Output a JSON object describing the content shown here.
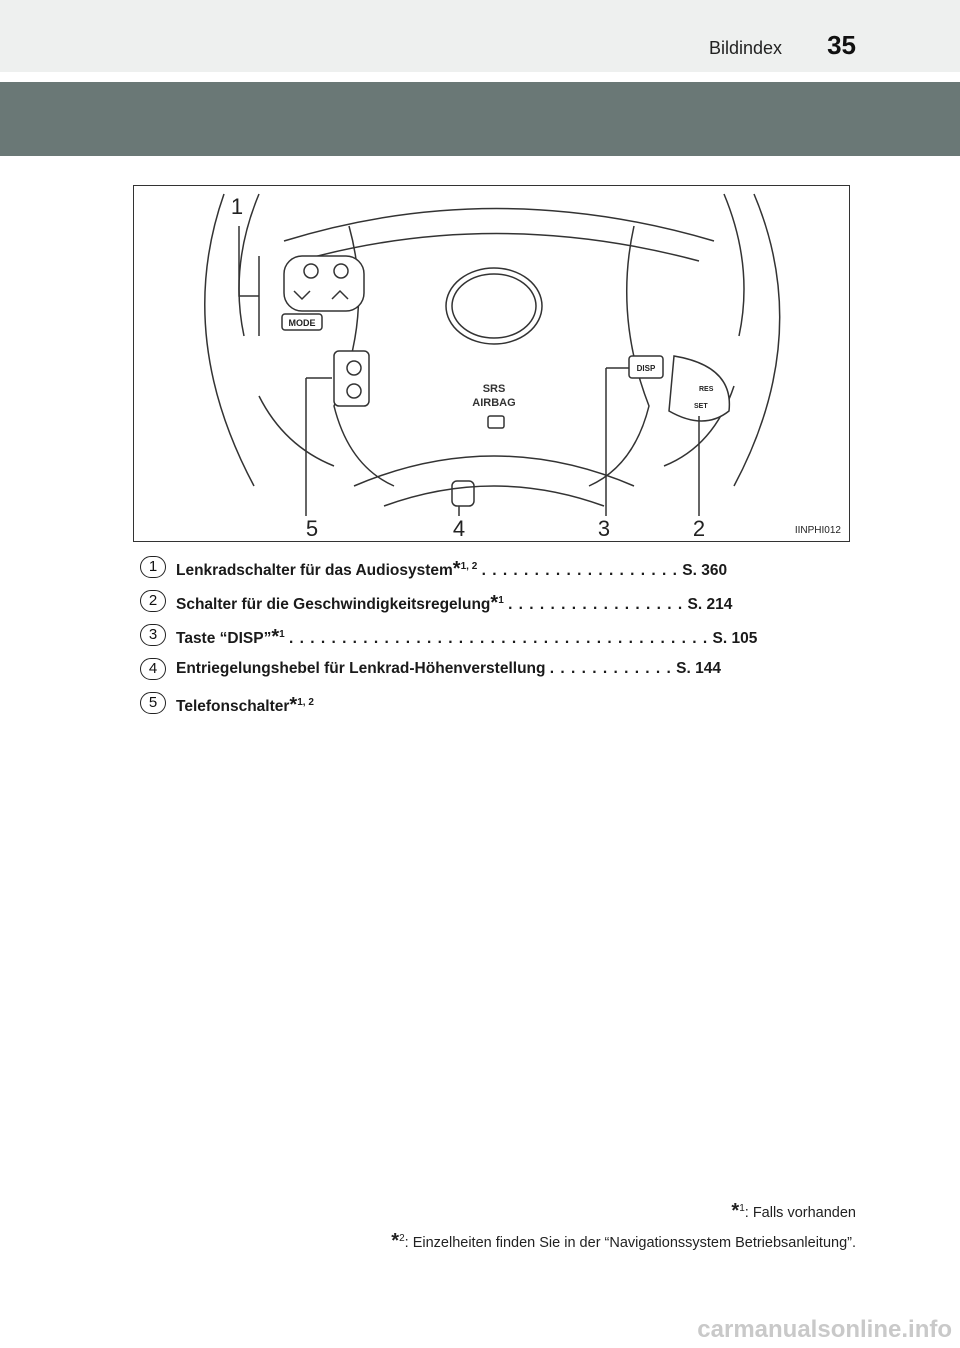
{
  "header": {
    "section_title": "Bildindex",
    "page_number": "35"
  },
  "figure": {
    "code": "IINPHI012",
    "callouts": [
      "1",
      "5",
      "4",
      "3",
      "2"
    ],
    "labels": {
      "srs": "SRS",
      "airbag": "AIRBAG",
      "mode": "MODE",
      "disp": "DISP",
      "res": "RES",
      "set": "SET"
    }
  },
  "legend": [
    {
      "num": "1",
      "text": "Lenkradschalter für das Audiosystem",
      "note": "1, 2",
      "dots": ". . . . . . . . . . . . . . . . . . .",
      "ref": "S. 360"
    },
    {
      "num": "2",
      "text": "Schalter für die Geschwindigkeitsregelung",
      "note": "1",
      "dots": ". . . . . . . . . . . . . . . . .",
      "ref": "S. 214"
    },
    {
      "num": "3",
      "text": "Taste “DISP”",
      "note": "1",
      "dots": ". . . . . . . . . . . . . . . . . . . . . . . . . . . . . . . . . . . . . . . .",
      "ref": "S. 105"
    },
    {
      "num": "4",
      "text": "Entriegelungshebel für Lenkrad-Höhenverstellung",
      "note": "",
      "dots": ". . . . . . . . . . . .",
      "ref": "S. 144"
    },
    {
      "num": "5",
      "text": "Telefonschalter",
      "note": "1, 2",
      "dots": "",
      "ref": ""
    }
  ],
  "notes": [
    {
      "mark": "*",
      "sup": "1",
      "text": ": Falls vorhanden"
    },
    {
      "mark": "*",
      "sup": "2",
      "text": ": Einzelheiten finden Sie in der “Navigationssystem Betriebsanleitung”."
    }
  ],
  "watermark": "carmanualsonline.info"
}
